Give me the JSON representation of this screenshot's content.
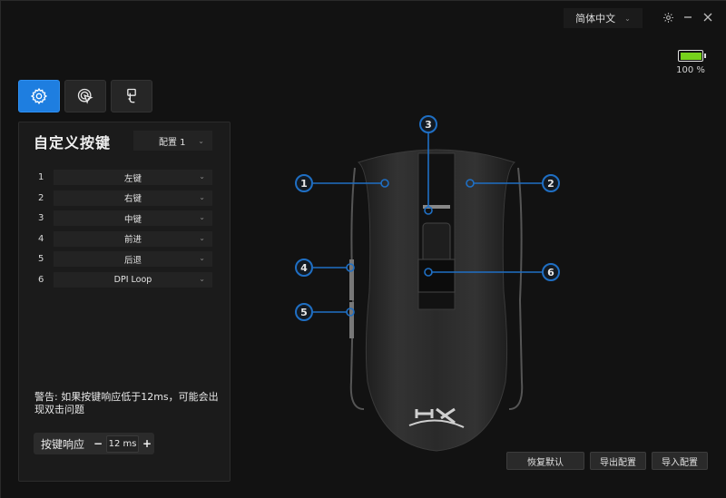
{
  "titlebar": {
    "language": "简体中文",
    "settings_icon": "gear-icon",
    "minimize_icon": "minimize-icon",
    "close_icon": "close-icon"
  },
  "battery": {
    "percent_text": "100 %",
    "percent": 100,
    "color": "#76d11c"
  },
  "tabs": [
    {
      "icon": "gear-icon",
      "active": true
    },
    {
      "icon": "cursor-click-icon",
      "active": false
    },
    {
      "icon": "macro-hand-icon",
      "active": false
    }
  ],
  "panel": {
    "title": "自定义按键",
    "profile": "配置 1",
    "buttons": [
      {
        "num": "1",
        "value": "左键"
      },
      {
        "num": "2",
        "value": "右键"
      },
      {
        "num": "3",
        "value": "中键"
      },
      {
        "num": "4",
        "value": "前进"
      },
      {
        "num": "5",
        "value": "后退"
      },
      {
        "num": "6",
        "value": "DPI Loop"
      }
    ],
    "warning": "警告: 如果按键响应低于12ms，可能会出现双击问题",
    "debounce": {
      "label": "按键响应",
      "minus": "−",
      "value": "12 ms",
      "plus": "+"
    }
  },
  "mouse": {
    "callouts": [
      "1",
      "2",
      "3",
      "4",
      "5",
      "6"
    ],
    "accent": "#1f6fc4"
  },
  "footer": {
    "reset": "恢复默认",
    "export": "导出配置",
    "import": "导入配置"
  },
  "colors": {
    "background": "#121212",
    "panel": "#1b1b1b",
    "accent": "#1e7ee0"
  }
}
